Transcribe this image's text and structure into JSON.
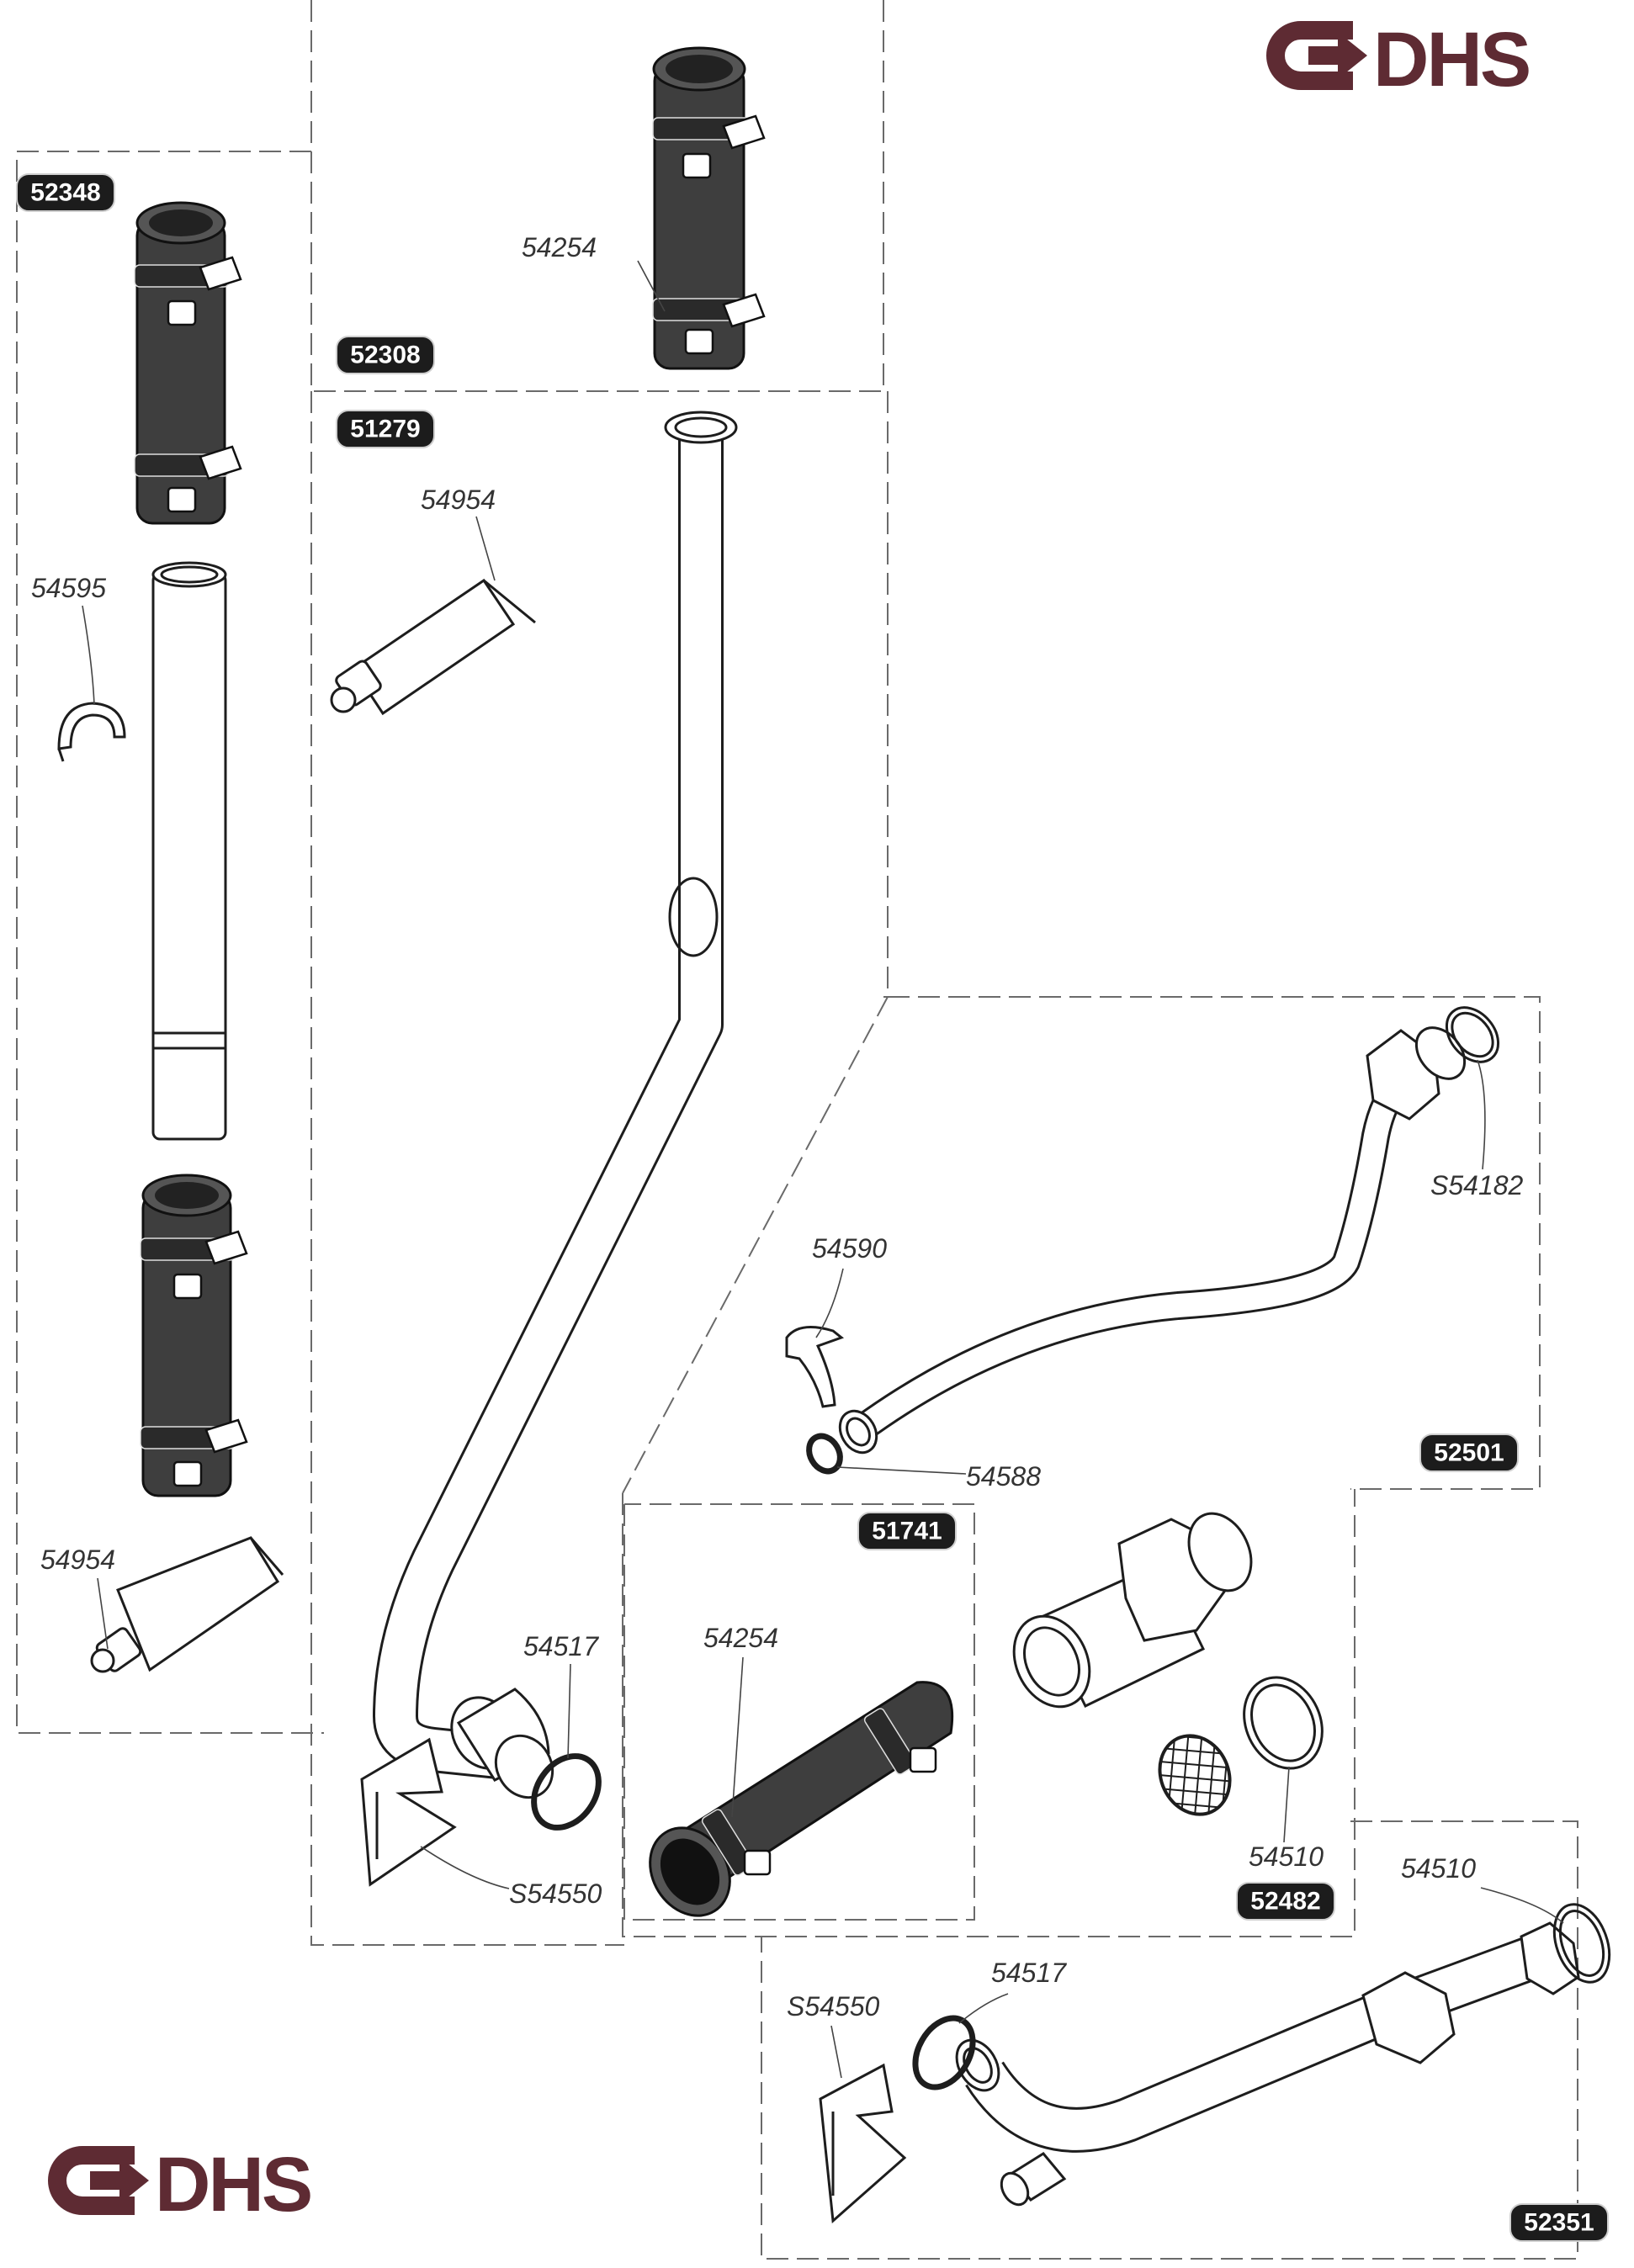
{
  "brand": {
    "name": "DHS",
    "color": "#5e2b33"
  },
  "kits": {
    "k52348": "52348",
    "k52308": "52308",
    "k51279": "51279",
    "k52501": "52501",
    "k51741": "51741",
    "k52482": "52482",
    "k52351": "52351"
  },
  "parts": {
    "p54254_top": "54254",
    "p54595": "54595",
    "p54954_left": "54954",
    "p54954_mid": "54954",
    "p54590": "54590",
    "pS54182": "S54182",
    "p54588": "54588",
    "p54254_mid": "54254",
    "p54517_mid": "54517",
    "pS54550_mid": "S54550",
    "p54510_a": "54510",
    "p54510_b": "54510",
    "p54517_low": "54517",
    "pS54550_low": "S54550"
  },
  "icons": [
    "dhs-logo-icon",
    "hose-sleeve-icon",
    "pipe-icon",
    "o-ring-icon",
    "grease-tube-icon",
    "clip-icon",
    "bracket-icon",
    "strainer-icon",
    "fitting-icon"
  ]
}
